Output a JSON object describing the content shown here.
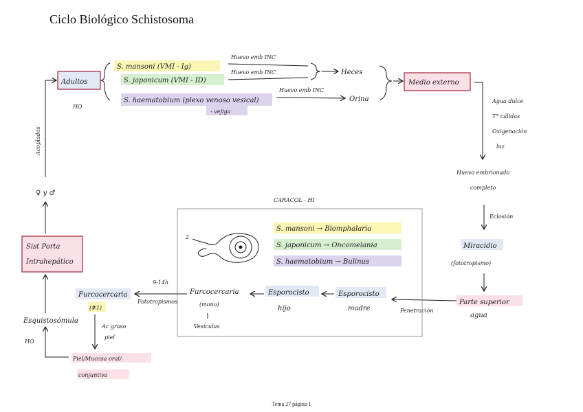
{
  "title": "Ciclo Biológico Schistosoma",
  "footer": "Tema 27 página 1",
  "colors": {
    "yellow": "#fbf6b4",
    "green": "#d6f0cf",
    "purple": "#dcd3ef",
    "pink_box": "#fbe1e6",
    "blue_box": "#e3e8f5",
    "box_border": "#a0233c",
    "ink": "#1a1a1a",
    "frame": "#9a9a9a"
  },
  "nodes": {
    "adultos": "Adultos",
    "ho_top": "HO",
    "s_mansoni": "S. mansoni (VMI - Ig)",
    "s_japonicum": "S. japonicum (VMI - ID)",
    "s_haematobium": "S. haematobium (plexo venoso vesical)",
    "vejiga": "- vejiga",
    "huevo1": "Huevo emb INC",
    "huevo2": "Huevo emb INC",
    "huevo3": "Huevo emb INC",
    "heces": "Heces",
    "orina": "Orina",
    "medio_externo": "Medio externo",
    "agua_dulce": "Agua dulce",
    "calidas": "T° cálidas",
    "oxigenacion": "Oxigenación",
    "luz": "luz",
    "huevo_embrionado": "Huevo embrionado",
    "completo": "completo",
    "eclosion": "Eclosión",
    "miracidio": "Miracidio",
    "fototropismo": "(fototropismo)",
    "parte_superior": "Parte superior",
    "agua": "agua",
    "penetracion": "Penetración",
    "caracol": "CARACOL - HI",
    "snail_mansoni": "S. mansoni → Biomphalaria",
    "snail_japonicum": "S. japonicum → Oncomelania",
    "snail_haematobium": "S. haematobium → Bulinus",
    "esporocisto_madre_1": "Esporocisto",
    "esporocisto_madre_2": "madre",
    "esporocisto_hijo_1": "Esporocisto",
    "esporocisto_hijo_2": "hijo",
    "furco_mono_1": "Furcocercaria",
    "furco_mono_2": "(mono)",
    "vesiculas": "Vesículas",
    "nine_fourteen": "9-14h",
    "fototropismos": "Fototropismos",
    "furcocercaria": "Furcocercaria",
    "furco_n": "(#1)",
    "ac_graso": "Ác graso",
    "piel_small": "piel",
    "piel_mucosa_1": "Piel/Mucosa oral/",
    "piel_mucosa_2": "conjuntiva",
    "esquistosomula": "Esquistosómula",
    "ho_bottom": "HO",
    "sist_portal_1": "Sist Porta",
    "sist_portal_2": "Intrahepático",
    "f_y_m": "♀ y ♂",
    "acoplados": "Acoplados",
    "snail_num": "2"
  }
}
